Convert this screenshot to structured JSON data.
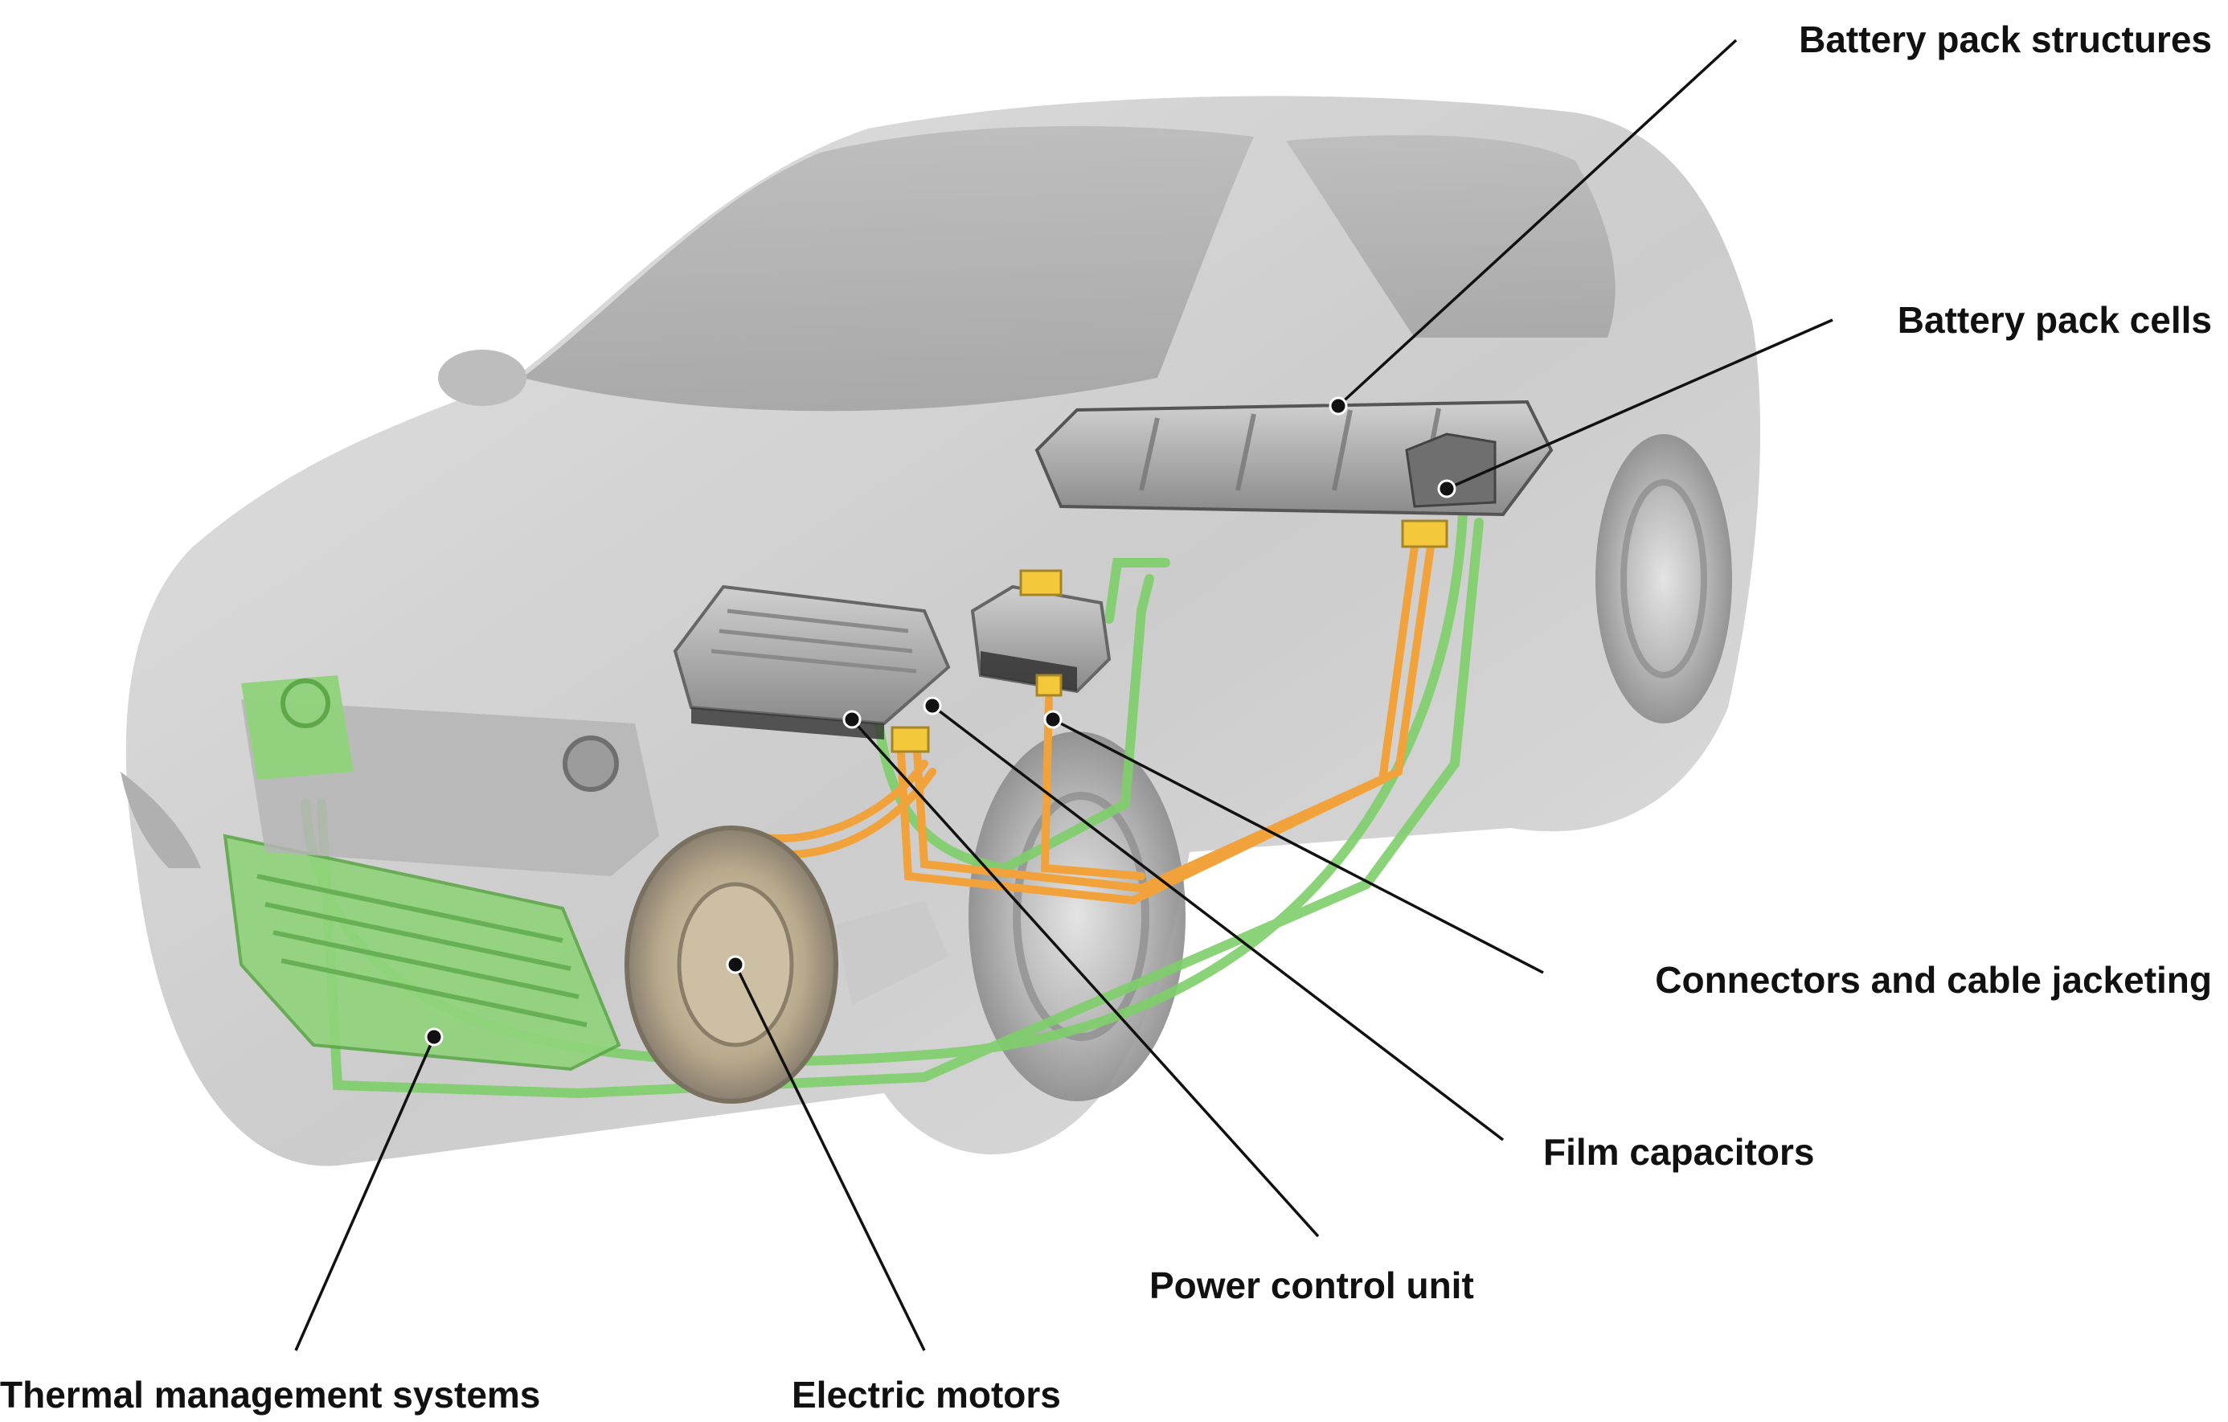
{
  "labels": {
    "battery_pack_structures": "Battery pack structures",
    "battery_pack_cells": "Battery pack cells",
    "connectors_and_cable_jacketing": "Connectors and cable jacketing",
    "film_capacitors": "Film capacitors",
    "power_control_unit": "Power control unit",
    "thermal_management_systems": "Thermal management systems",
    "electric_motors": "Electric motors"
  },
  "colors": {
    "car_body": "#c8c8c8",
    "car_window": "#a9a9a9",
    "coolant_lines": "#7fcf6a",
    "thermal_green": "#8fd37a",
    "power_cables": "#f2a23a",
    "connector_yellow": "#f3c93b",
    "housing_gray": "#9a9a9a",
    "leader_line": "#111111"
  },
  "icons": [
    "hybrid-engine-icon",
    "electric-motor-icon",
    "battery-pack-icon",
    "power-control-unit-icon",
    "capacitor-box-icon",
    "radiator-icon"
  ]
}
